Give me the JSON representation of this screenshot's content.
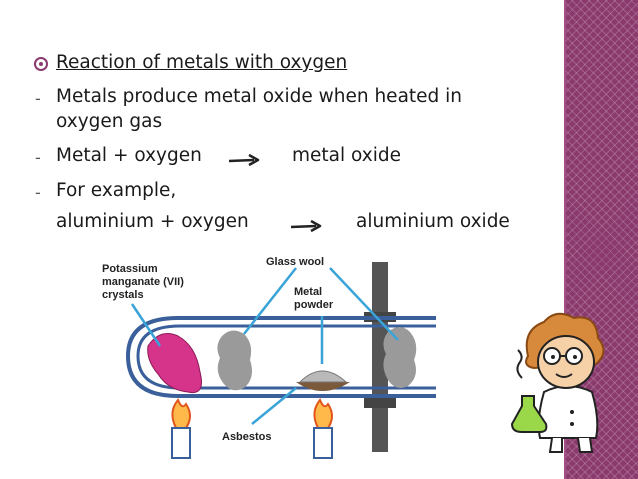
{
  "slide": {
    "heading": "Reaction of metals with oxygen",
    "bullets": [
      "Metals produce metal oxide when heated in",
      "oxygen gas"
    ],
    "equation_general": {
      "left": "Metal + oxygen",
      "right": "metal oxide"
    },
    "example_intro": "For example,",
    "equation_example": {
      "left": "aluminium + oxygen",
      "right": "aluminium oxide"
    },
    "dash_char": "-"
  },
  "diagram": {
    "labels": {
      "potassium": [
        "Potassium",
        "manganate (VII)",
        "crystals"
      ],
      "glass_wool": "Glass wool",
      "metal_powder": [
        "Metal",
        "powder"
      ],
      "asbestos": "Asbestos"
    },
    "colors": {
      "tube": "#3a5f9a",
      "crystal": "#d6338a",
      "wool": "#9a9a9a",
      "pointer": "#3aa3d8",
      "flame": "#e2561c",
      "clamp": "#555555"
    }
  },
  "accent_color": "#8b3a6e"
}
